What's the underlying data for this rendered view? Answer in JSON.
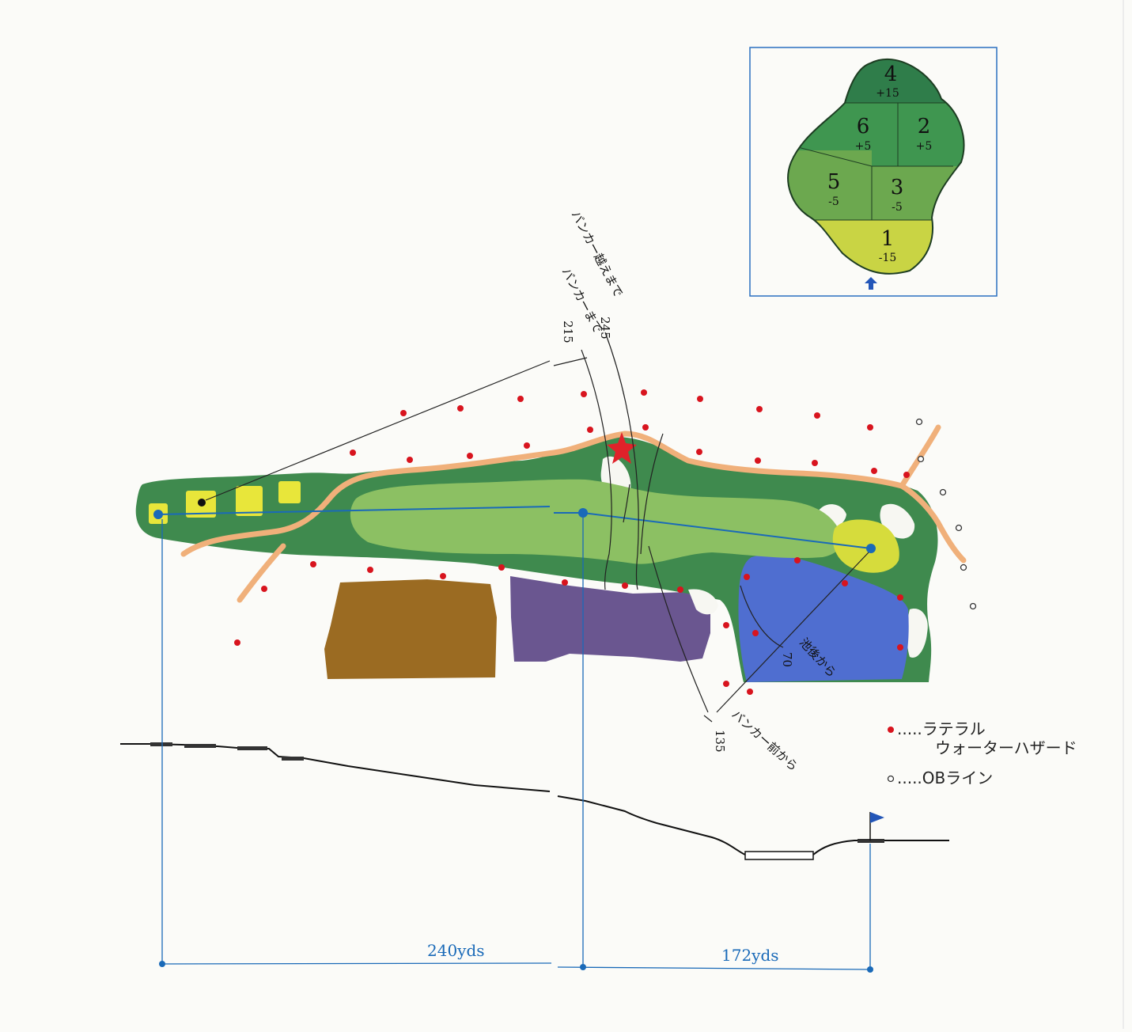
{
  "green_map": {
    "zones": [
      {
        "number": "4",
        "score": "+15",
        "color": "#2f7d4a"
      },
      {
        "number": "6",
        "score": "+5",
        "color": "#3f9650"
      },
      {
        "number": "2",
        "score": "+5",
        "color": "#3f9650"
      },
      {
        "number": "5",
        "score": "-5",
        "color": "#6ca84f"
      },
      {
        "number": "3",
        "score": "-5",
        "color": "#6ca84f"
      },
      {
        "number": "1",
        "score": "-15",
        "color": "#c9d444"
      }
    ],
    "direction_icon": "arrow-up-icon"
  },
  "annotations": {
    "over_bunker_label": "バンカー越えまで",
    "over_bunker_value": "245",
    "to_bunker_label": "バンカーまで",
    "to_bunker_value": "215",
    "behind_pond_label": "池後から",
    "behind_pond_value": "70",
    "front_bunker_label": "バンカー前から",
    "front_bunker_value": "135"
  },
  "legend": {
    "lateral_water_hazard": ".....ラテラル",
    "lateral_water_hazard_2": "ウォーターハザード",
    "ob_line": ".....OBライン",
    "hazard_color": "#d8141e",
    "ob_color": "#ffffff"
  },
  "distances": {
    "first": "240yds",
    "second": "172yds",
    "line_color": "#1a6ab8"
  },
  "colors": {
    "rough": "#3f8a4e",
    "fairway": "#8cc063",
    "tee_box": "#e8e63a",
    "green": "#d6dc3c",
    "pond": "#4f6ed0",
    "cart_path": "#f0b07a",
    "field_brown": "#9b6b22",
    "field_purple": "#6a5690",
    "pin_marker": "#e0222a"
  }
}
